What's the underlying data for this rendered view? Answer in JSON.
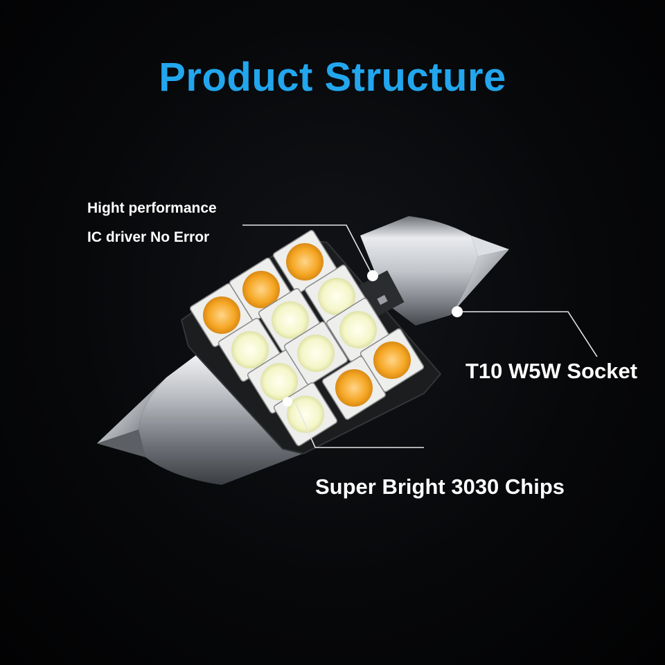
{
  "title": "Product Structure",
  "callouts": {
    "ic_driver_line1": "Hight performance",
    "ic_driver_line2": "IC driver No Error",
    "socket": "T10 W5W Socket",
    "chips": "Super Bright 3030 Chips"
  },
  "colors": {
    "title": "#22a6ee",
    "text": "#ffffff",
    "background": "#050607",
    "led_warm": "#f5a623",
    "led_cool": "#f4f6c8",
    "pcb": "#1c1d1f"
  },
  "leds": [
    "warm",
    "warm",
    "warm",
    "cool",
    "cool",
    "cool",
    "cool",
    "cool",
    "cool",
    "warm",
    "cool",
    "warm",
    "warm"
  ]
}
